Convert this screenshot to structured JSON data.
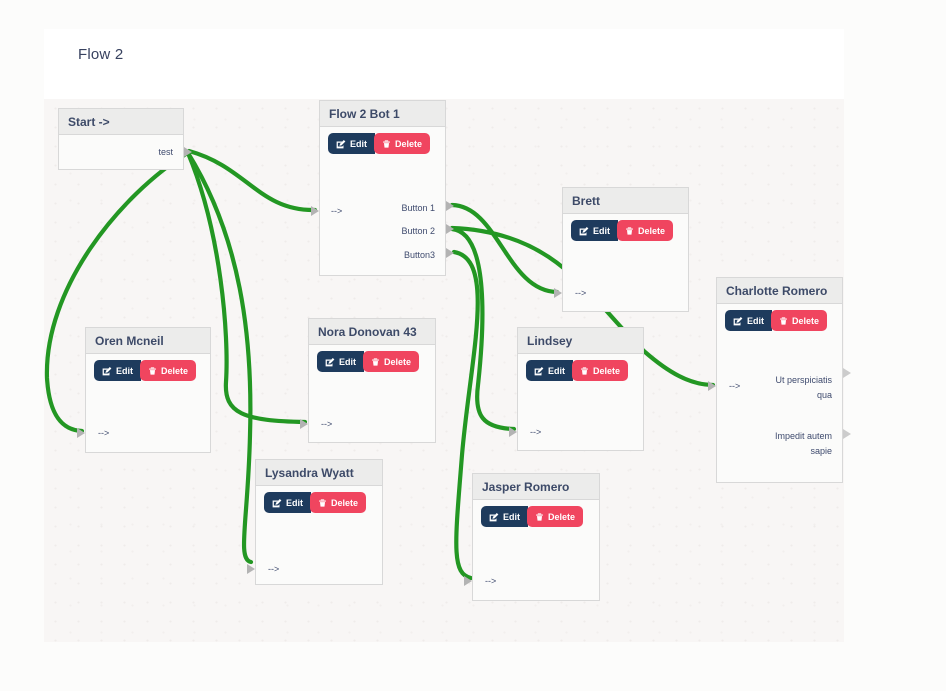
{
  "page": {
    "title": "Flow 2"
  },
  "colors": {
    "connection_green": "#239723",
    "edit_button_bg": "#1e3b5d",
    "delete_button_bg": "#f0455f",
    "node_header_bg": "#ececeb",
    "node_body_bg": "#fbfbfa",
    "node_text": "#3d4a68",
    "canvas_bg": "#f8f6f5"
  },
  "buttons": {
    "edit_label": "Edit",
    "delete_label": "Delete"
  },
  "nodes": [
    {
      "id": "start",
      "title": "Start ->",
      "outputs": [
        {
          "label": "test"
        }
      ]
    },
    {
      "id": "flow2bot1",
      "title": "Flow 2 Bot 1",
      "input_label": "-->",
      "outputs": [
        {
          "label": "Button 1"
        },
        {
          "label": "Button 2"
        },
        {
          "label": "Button3"
        }
      ]
    },
    {
      "id": "brett",
      "title": "Brett",
      "input_label": "-->"
    },
    {
      "id": "charlotte",
      "title": "Charlotte Romero",
      "input_label": "-->",
      "texts": [
        "Ut perspiciatis qua",
        "Impedit autem sapie"
      ]
    },
    {
      "id": "oren",
      "title": "Oren Mcneil",
      "input_label": "-->"
    },
    {
      "id": "nora",
      "title": "Nora Donovan 43",
      "input_label": "-->"
    },
    {
      "id": "lindsey",
      "title": "Lindsey",
      "input_label": "-->"
    },
    {
      "id": "lysandra",
      "title": "Lysandra Wyatt",
      "input_label": "-->"
    },
    {
      "id": "jasper",
      "title": "Jasper Romero",
      "input_label": "-->"
    }
  ],
  "connections": [
    {
      "from": "Start.test",
      "to": "Flow 2 Bot 1"
    },
    {
      "from": "Start.test",
      "to": "Oren Mcneil"
    },
    {
      "from": "Start.test",
      "to": "Nora Donovan 43"
    },
    {
      "from": "Start.test",
      "to": "Lysandra Wyatt"
    },
    {
      "from": "Flow 2 Bot 1.Button 1",
      "to": "Brett"
    },
    {
      "from": "Flow 2 Bot 1.Button 2",
      "to": "Charlotte Romero"
    },
    {
      "from": "Flow 2 Bot 1.Button 2",
      "to": "Lindsey"
    },
    {
      "from": "Flow 2 Bot 1.Button3",
      "to": "Jasper Romero"
    }
  ]
}
